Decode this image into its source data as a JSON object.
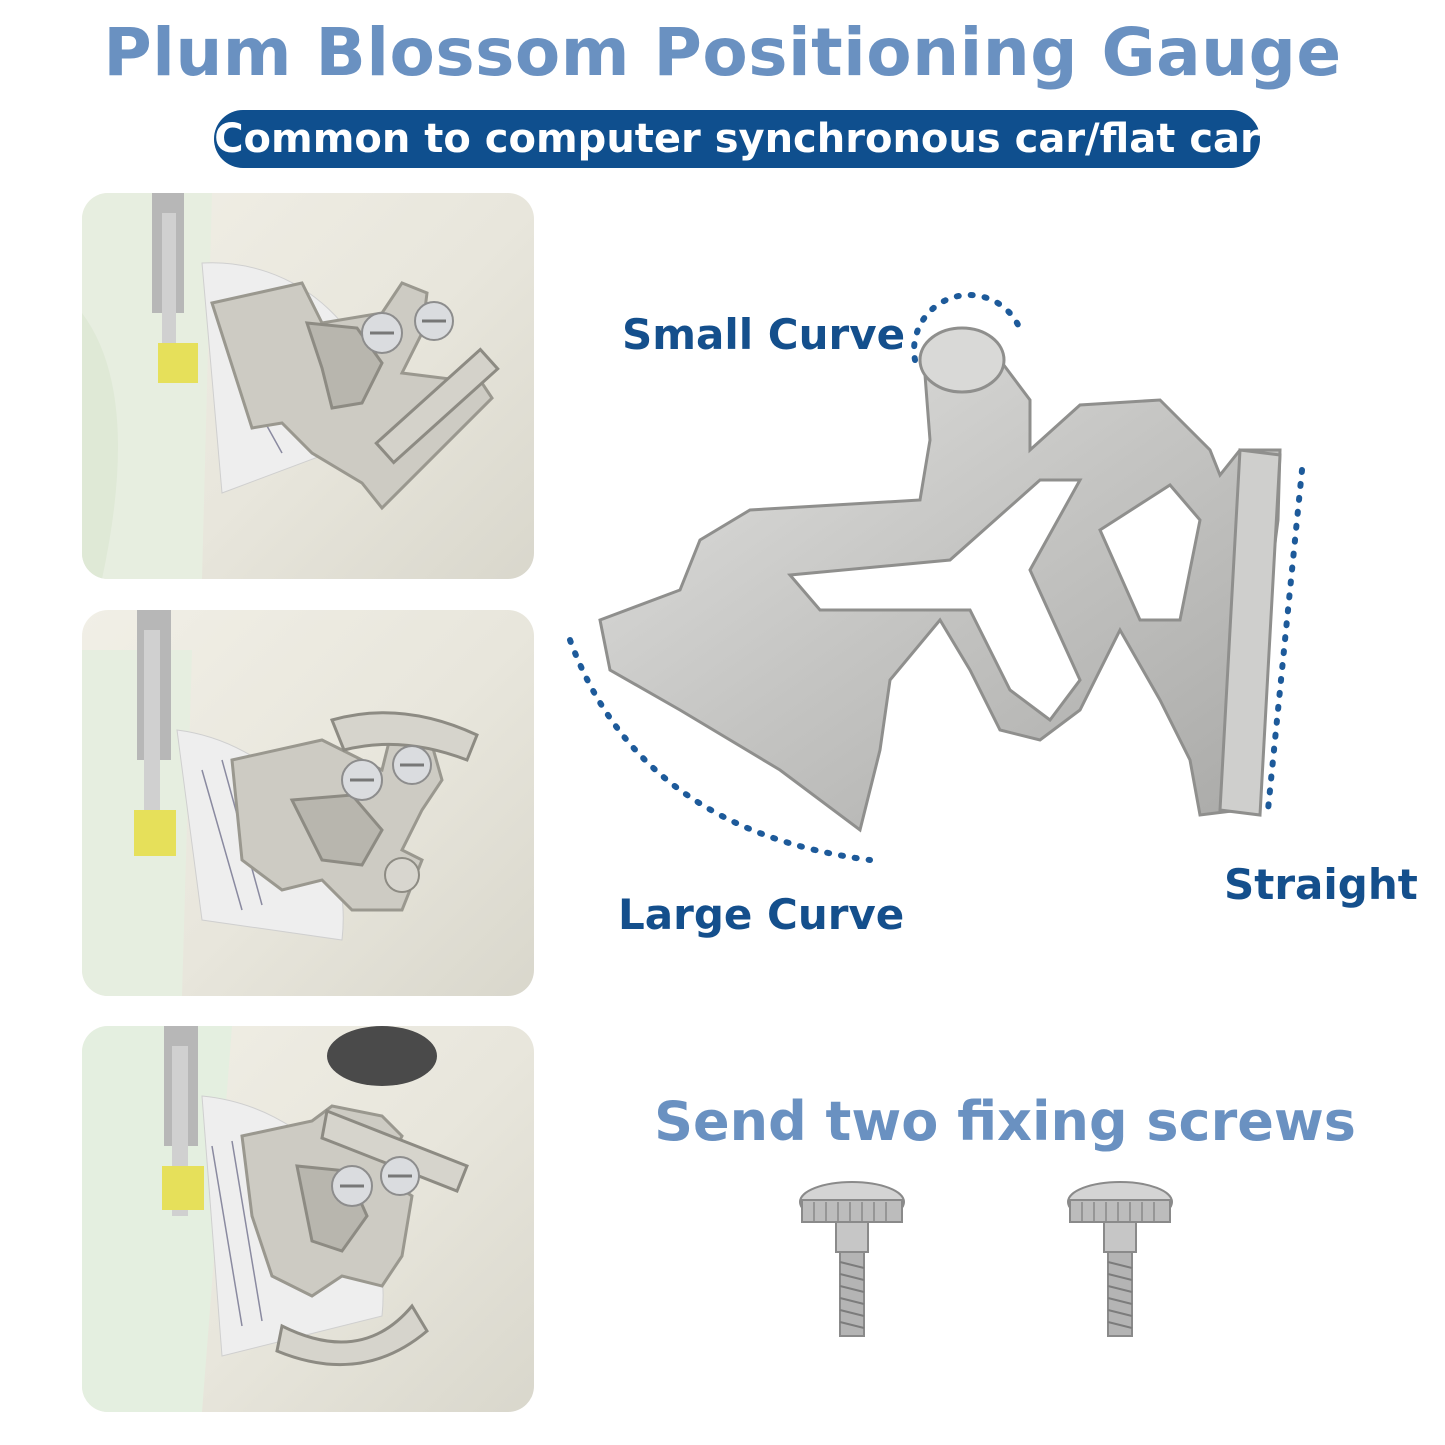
{
  "header": {
    "title": "Plum Blossom Positioning Gauge",
    "subtitle": "Common to computer synchronous car/flat car"
  },
  "photos": [
    {
      "scene": "gauge-straight-edge-on-machine"
    },
    {
      "scene": "gauge-small-curve-on-machine"
    },
    {
      "scene": "gauge-large-curve-on-machine"
    }
  ],
  "gauge_labels": {
    "small_curve": "Small Curve",
    "large_curve": "Large Curve",
    "straight": "Straight"
  },
  "screws": {
    "title": "Send two fixing screws",
    "count": 2
  },
  "colors": {
    "title": "#6a91c1",
    "pill": "#0f4f8e",
    "label": "#144f8c",
    "dots": "#1d5a9a",
    "metal": "#c9c9c7"
  }
}
